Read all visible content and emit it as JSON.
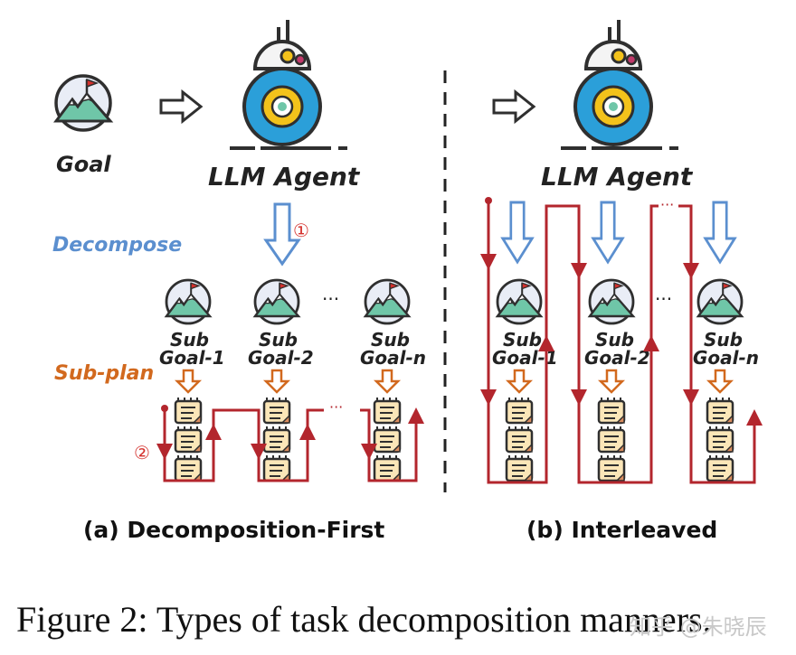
{
  "labels": {
    "goal": "Goal",
    "agent": "LLM Agent",
    "decompose": "Decompose",
    "subplan": "Sub-plan",
    "sub": "Sub",
    "step1": "①",
    "step2": "②",
    "ellipsis": "···",
    "subgoals": [
      "Goal-1",
      "Goal-2",
      "Goal-n"
    ]
  },
  "panels": {
    "a": "(a) Decomposition-First",
    "b": "(b) Interleaved"
  },
  "caption": "Figure 2: Types of task decomposition manners.",
  "watermark": "知乎 @朱晓辰",
  "colors": {
    "flow": "#b3262d",
    "step": "#d4302c",
    "decompose": "#5b8fcf",
    "subplan": "#d2691e",
    "robot": "#2b9fd9",
    "arrow_blue": "#5b8fcf",
    "arrow_orange": "#d2691e"
  }
}
